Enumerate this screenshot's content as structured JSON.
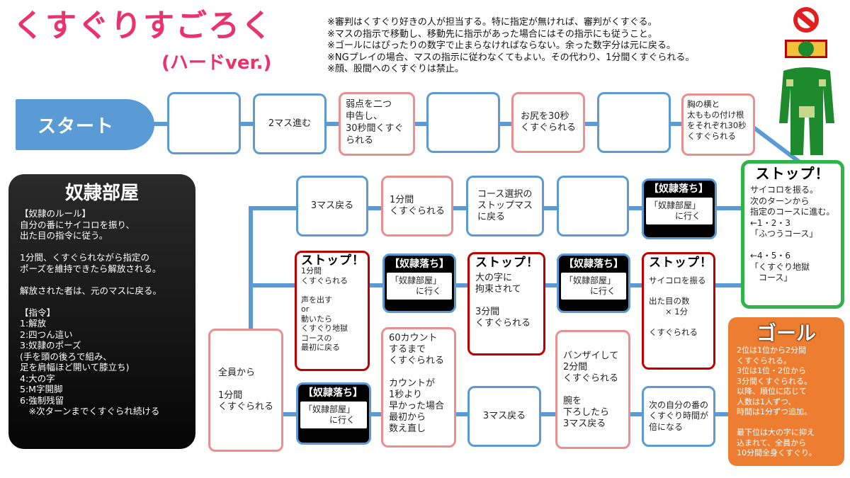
{
  "title": "くすぐりすごろく",
  "subtitle": "(ハードver.)",
  "notes": [
    "※審判はくすぐり好きの人が担当する。特に指定が無ければ、審判がくすぐる。",
    "※マスの指示で移動し、移動先に指示があった場合にはその指示にも従うこと。",
    "※ゴールにはぴったりの数字で止まらなければならない。余った数字分は元に戻る。",
    "※NGプレイの場合、マスの指示に従わなくてもよい。その代わり、1分間くすぐられる。",
    "※顔、股間へのくすぐりは禁止。"
  ],
  "start": "スタート",
  "row1": [
    "",
    "2マス進む",
    "弱点を二つ\n申告し、\n30秒間くすぐ\nられる",
    "",
    "お尻を30秒\nくすぐられる",
    "",
    "胸の横と\n太ももの付け根\nをそれぞれ30秒\nくすぐられる"
  ],
  "stop_main": {
    "title": "ストップ！",
    "body": "サイコロを振る。\n次のターンから\n指定のコースに進む。\n←1・2・3\n「ふつうコース」\n\n←4・5・6\n「くすぐり地獄\n　コース」"
  },
  "row2": {
    "b1": "3マス戻る",
    "b2": "1分間\nくすぐられる",
    "b3": "コース選択の\nストップマス\nに戻る",
    "b4": ""
  },
  "slave_fall": {
    "title": "【奴隷落ち】",
    "body": "「奴隷部屋」\n　　　に行く"
  },
  "row3": {
    "stop1": {
      "title": "ストップ！",
      "body": "1分間\nくすぐられる\n\n声を出す\nor\n動いたら\nくすぐり地獄\nコースの\n最初に戻る"
    },
    "stop2": {
      "title": "ストップ！",
      "body": "大の字に\n拘束されて\n\n3分間\nくすぐられる"
    },
    "stop3": {
      "title": "ストップ！",
      "body": "サイコロを振る\n\n出た目の数\n　　× 1分\n\nくすぐられる"
    }
  },
  "row4": {
    "all": "全員から\n\n1分間\nくすぐられる",
    "count": "60カウント\nするまで\nくすぐられる\n\nカウントが\n1秒より\n早かった場合\n最初から\n数え直し",
    "back3": "3マス戻る",
    "banzai": "バンザイして\n2分間\nくすぐられる\n\n腕を\n下ろしたら\n3マス戻る",
    "double": "次の自分の番の\nくすぐり時間が\n倍になる"
  },
  "slave_room": {
    "title": "奴隷部屋",
    "body": "【奴隷のルール】\n自分の番にサイコロを振り、\n出た目の指令に従う。\n\n1分間、くすぐられながら指定の\nポーズを維持できたら解放される。\n\n解放された者は、元のマスに戻る。\n\n【指令】\n1:解放\n2:四つん這い\n3:奴隷のポーズ\n(手を頭の後ろで組み、\n 足を肩幅ほど開いて膝立ち)\n4:大の字\n5:M字開脚\n6:強制残留\n　※次ターンまでくすぐられ続ける"
  },
  "goal": {
    "title": "ゴール",
    "body": "2位は1位から2分間\nくすぐられる。\n3位は1位・2位から\n3分間くすぐられる。\n以降、順位に応じて\n人数は1人ずつ、\n時間は1分ずつ追加。\n\n最下位は大の字に抑え\n込まれて、全員から\n10分間全身くすぐり。"
  },
  "colors": {
    "title": "#e8336e",
    "line_blue": "#5b9bd5",
    "pink_border": "#ea8f8f",
    "stop_border": "#c00000",
    "green_border": "#2fb34a",
    "goal_bg": "#ed7d31",
    "figure_green": "#1e8a2e"
  },
  "icons": [
    "no-entry-icon",
    "person-figure-icon"
  ]
}
